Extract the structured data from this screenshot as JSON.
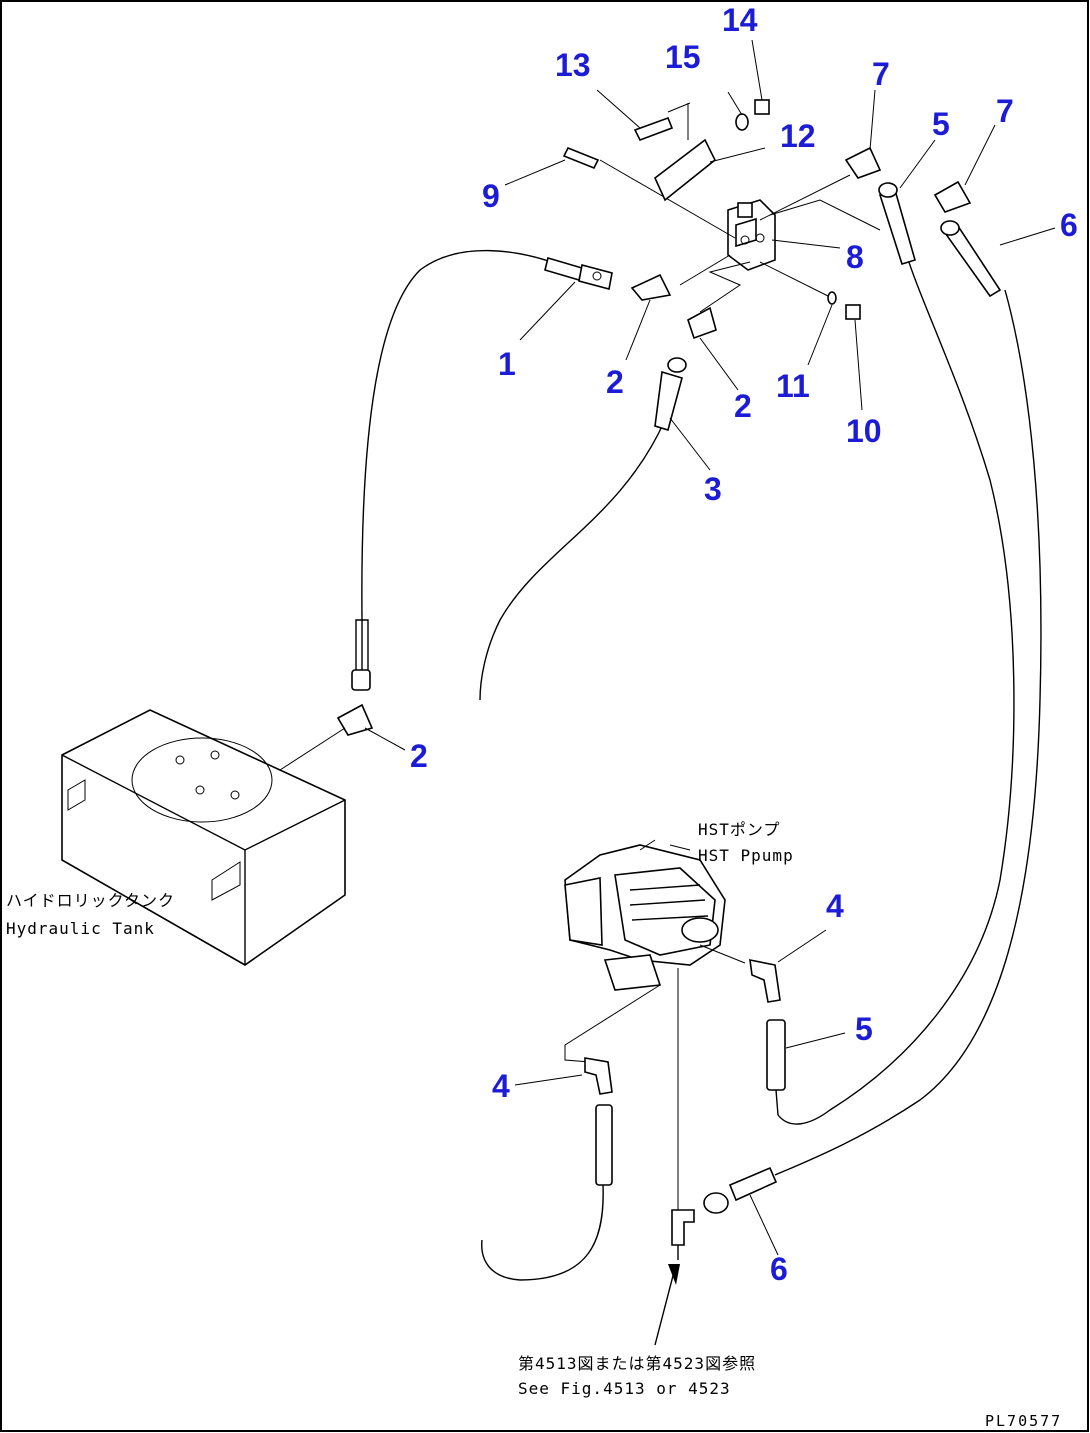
{
  "callouts": {
    "c1": "1",
    "c2a": "2",
    "c2b": "2",
    "c2c": "2",
    "c3": "3",
    "c4a": "4",
    "c4b": "4",
    "c5a": "5",
    "c5b": "5",
    "c6a": "6",
    "c6b": "6",
    "c7a": "7",
    "c7b": "7",
    "c8": "8",
    "c9": "9",
    "c10": "10",
    "c11": "11",
    "c12": "12",
    "c13": "13",
    "c14": "14",
    "c15": "15"
  },
  "labels": {
    "tank_jp": "ハイドロリックタンク",
    "tank_en": "Hydraulic Tank",
    "pump_jp": "HSTポンプ",
    "pump_en": "HST Ppump",
    "ref_jp": "第4513図または第4523図参照",
    "ref_en": "See Fig.4513 or 4523"
  },
  "drawing_code": "PL70577",
  "colors": {
    "callout": "#1c1cd6",
    "line": "#000000",
    "background": "#ffffff"
  }
}
